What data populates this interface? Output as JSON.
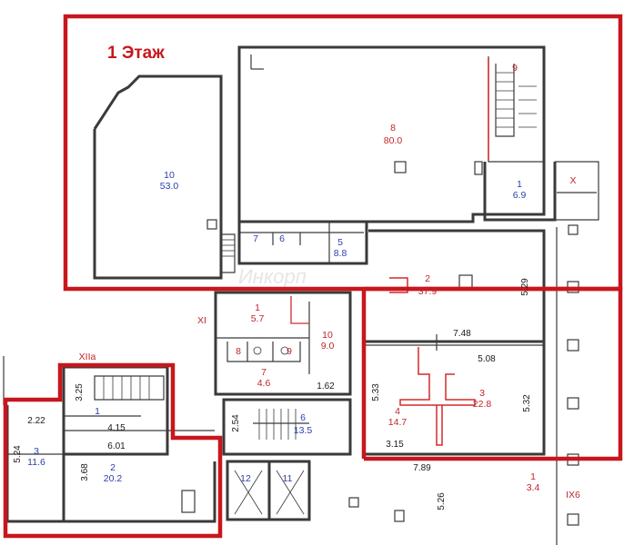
{
  "floor_title": "1 Этаж",
  "colors": {
    "zone_border": "#c8161d",
    "blue_label": "#2b3fa8",
    "red_label": "#c0262b"
  },
  "rooms": [
    {
      "num": "10",
      "area": "53.0",
      "color": "blue"
    },
    {
      "num": "8",
      "area": "80.0",
      "color": "red"
    },
    {
      "num": "9",
      "area": "",
      "color": "red"
    },
    {
      "num": "1",
      "area": "6.9",
      "color": "blue"
    },
    {
      "num": "7",
      "area": "",
      "color": "blue"
    },
    {
      "num": "6",
      "area": "",
      "color": "blue"
    },
    {
      "num": "5",
      "area": "8.8",
      "color": "blue"
    },
    {
      "num": "2",
      "area": "37.9",
      "color": "red"
    },
    {
      "num": "1",
      "area": "5.7",
      "color": "red"
    },
    {
      "num": "10",
      "area": "9.0",
      "color": "red"
    },
    {
      "num": "8",
      "area": "",
      "color": "red"
    },
    {
      "num": "9",
      "area": "",
      "color": "red"
    },
    {
      "num": "7",
      "area": "4.6",
      "color": "red"
    },
    {
      "num": "6",
      "area": "13.5",
      "color": "blue"
    },
    {
      "num": "4",
      "area": "14.7",
      "color": "red"
    },
    {
      "num": "3",
      "area": "22.8",
      "color": "red"
    },
    {
      "num": "1",
      "area": "",
      "color": "blue"
    },
    {
      "num": "3",
      "area": "11.6",
      "color": "blue"
    },
    {
      "num": "2",
      "area": "20.2",
      "color": "blue"
    },
    {
      "num": "12",
      "area": "",
      "color": "blue"
    },
    {
      "num": "11",
      "area": "",
      "color": "blue"
    },
    {
      "num": "1",
      "area": "3.4",
      "color": "red"
    }
  ],
  "markers": {
    "x": "X",
    "xi": "XI",
    "xiia": "XIIа",
    "ix6": "IX6"
  },
  "dimensions": {
    "d529": "5.29",
    "d748": "7.48",
    "d508": "5.08",
    "d533": "5.33",
    "d532": "5.32",
    "d315": "3.15",
    "d162": "1.62",
    "d254": "2.54",
    "d325": "3.25",
    "d222": "2.22",
    "d415": "4.15",
    "d601": "6.01",
    "d524": "5.24",
    "d368": "3.68",
    "d789": "7.89",
    "d526": "5.26"
  },
  "watermark": "Инкорп"
}
